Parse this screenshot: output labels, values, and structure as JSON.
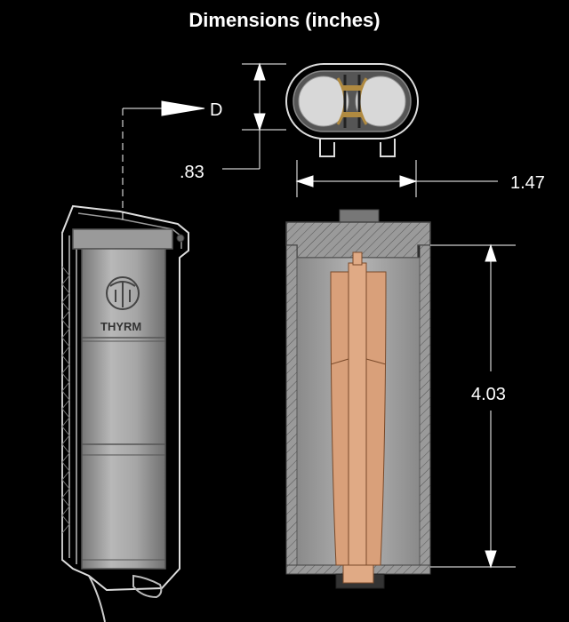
{
  "title": "Dimensions (inches)",
  "section_marker": "D",
  "brand_text": "THYRM",
  "dimensions": {
    "thickness": ".83",
    "width": "1.47",
    "height": "4.03"
  },
  "colors": {
    "background": "#000000",
    "body_gray": "#a9a9a9",
    "cartridge_tan": "#d9a07a",
    "line_white": "#ffffff"
  }
}
